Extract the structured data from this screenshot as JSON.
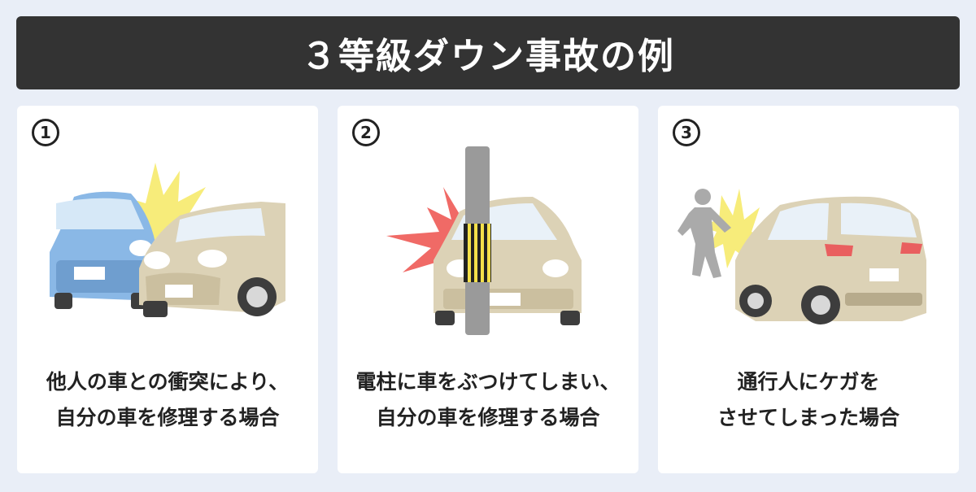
{
  "title": "３等級ダウン事故の例",
  "cards": [
    {
      "number": "1",
      "line1": "他人の車との衝突により、",
      "line2": "自分の車を修理する場合"
    },
    {
      "number": "2",
      "line1": "電柱に車をぶつけてしまい、",
      "line2": "自分の車を修理する場合"
    },
    {
      "number": "3",
      "line1": "通行人にケガを",
      "line2": "させてしまった場合"
    }
  ],
  "colors": {
    "title_bg": "#333333",
    "page_bg": "#e9eef7",
    "blue_car": "#8ab8e6",
    "beige_car": "#dcd2b6",
    "impact_yellow": "#f7ec7a",
    "impact_red": "#f06a66",
    "pole": "#9a9a9a",
    "pedestrian": "#aaaaaa"
  }
}
